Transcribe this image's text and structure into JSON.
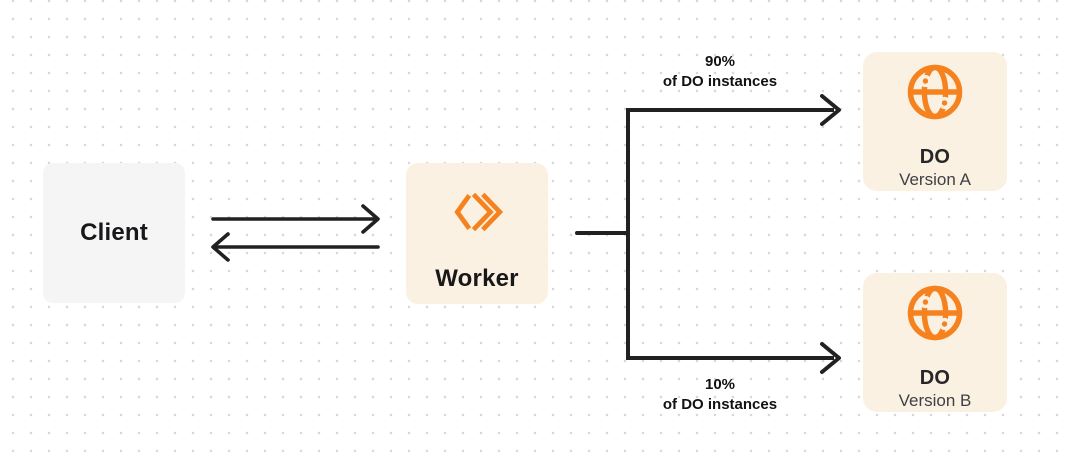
{
  "diagram": {
    "nodes": {
      "client": {
        "label": "Client"
      },
      "worker": {
        "label": "Worker",
        "icon": "cloudflare-workers-icon"
      },
      "do_version_a": {
        "title": "DO",
        "subtitle": "Version A",
        "icon": "durable-object-globe-icon"
      },
      "do_version_b": {
        "title": "DO",
        "subtitle": "Version B",
        "icon": "durable-object-globe-icon"
      }
    },
    "edges": {
      "split_top": {
        "label_line1": "90%",
        "label_line2": "of DO instances"
      },
      "split_bottom": {
        "label_line1": "10%",
        "label_line2": "of DO instances"
      }
    },
    "colors": {
      "accent_orange": "#f6821f",
      "panel_cream": "#fbf1e2",
      "panel_gray": "#f5f5f6",
      "line_dark": "#212121",
      "text_primary": "#18181b",
      "text_secondary": "#3f3f46",
      "dot_grid": "#d8d8d8"
    }
  }
}
